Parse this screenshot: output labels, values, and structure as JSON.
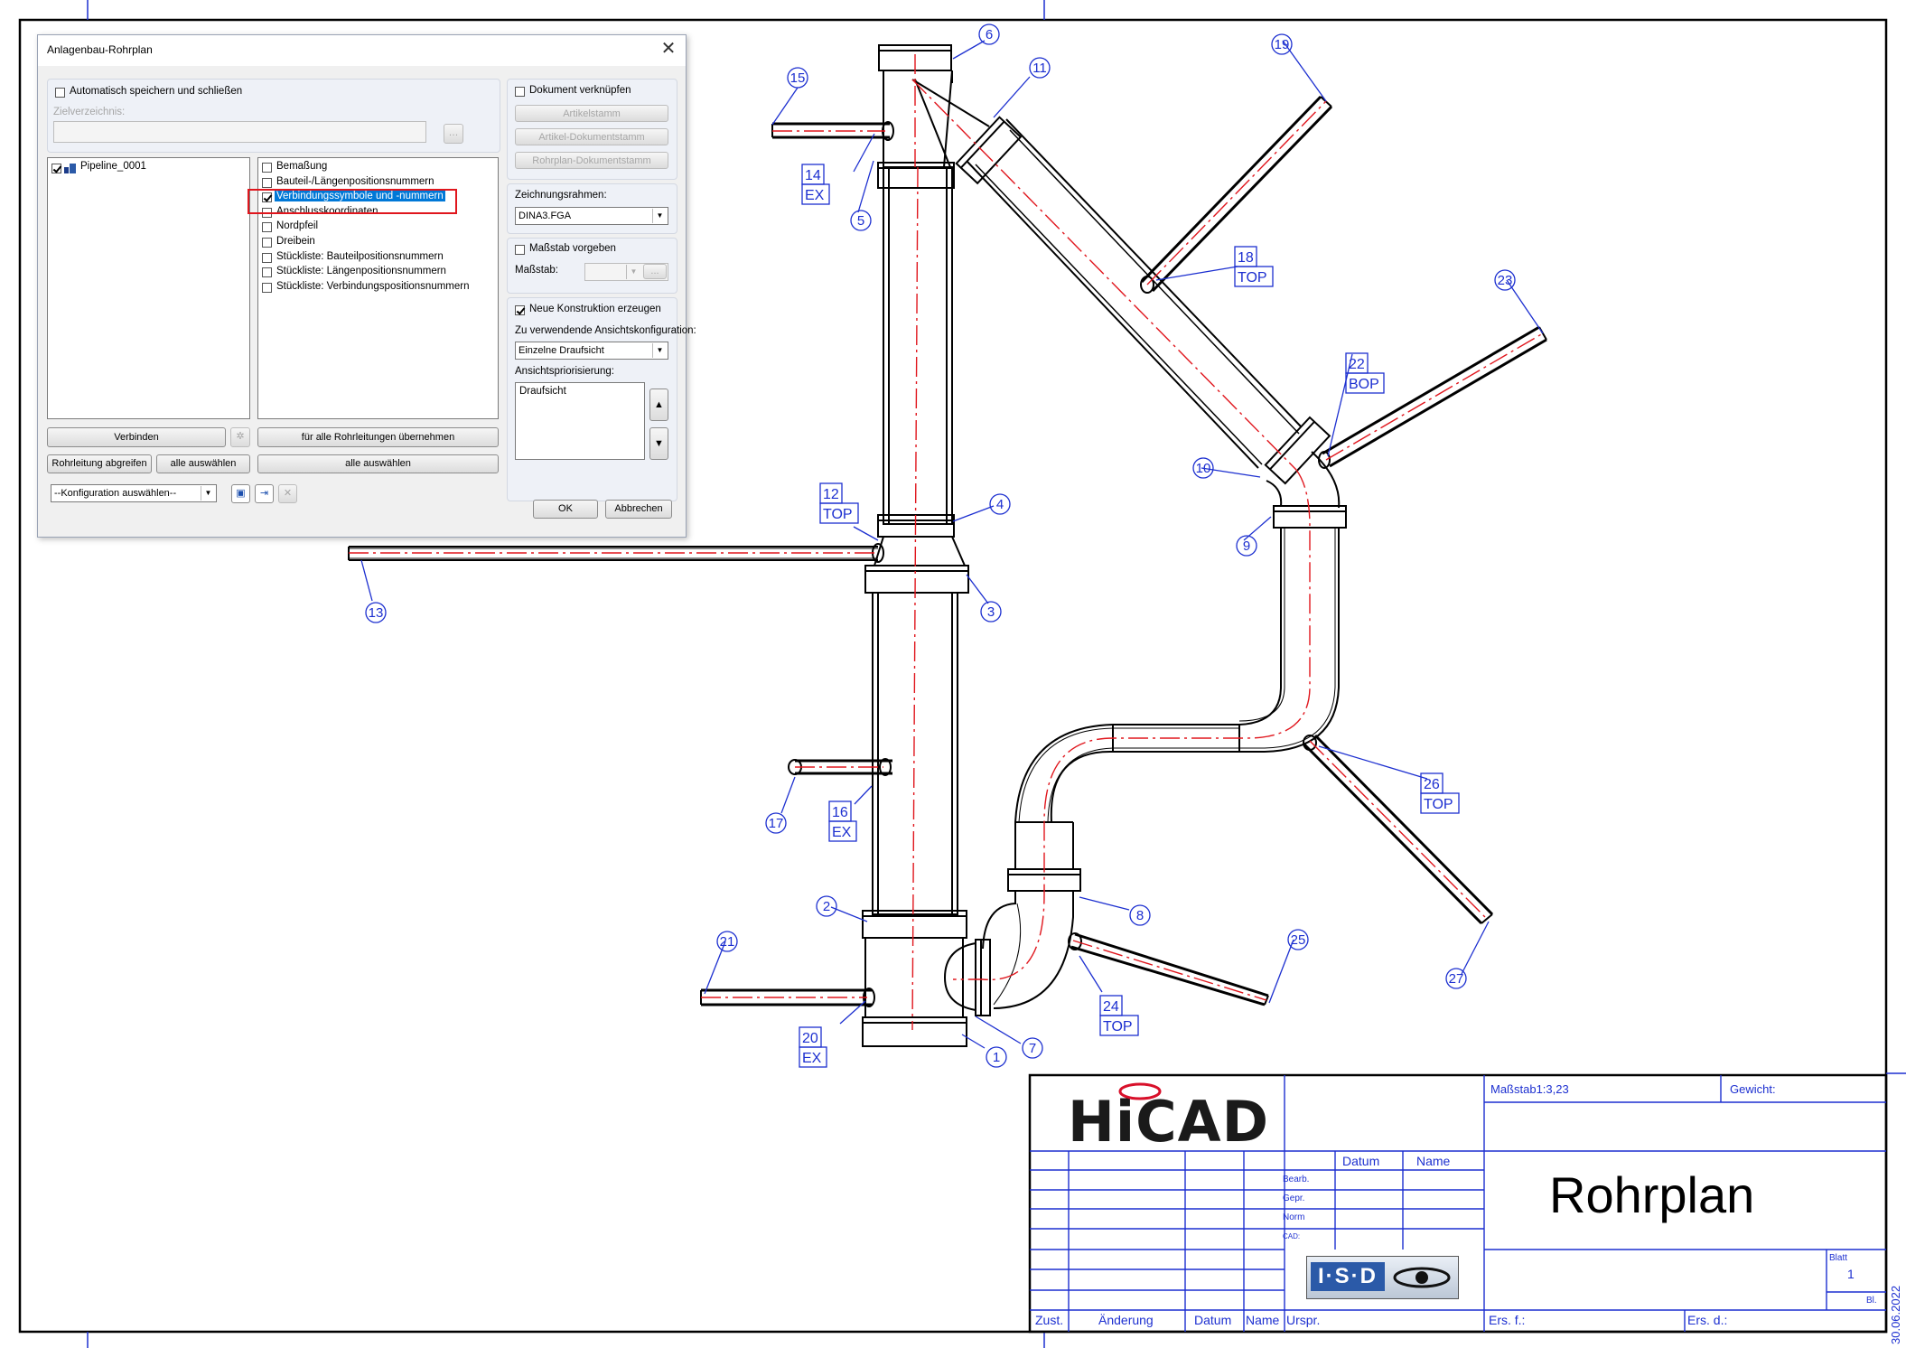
{
  "dialog": {
    "title": "Anlagenbau-Rohrplan",
    "auto_save_label": "Automatisch speichern und schließen",
    "auto_save_checked": false,
    "target_dir_label": "Zielverzeichnis:",
    "target_dir_value": "",
    "tree_item": "Pipeline_0001",
    "tree_item_checked": true,
    "options": [
      {
        "label": "Bemaßung",
        "checked": false
      },
      {
        "label": "Bauteil-/Längenpositionsnummern",
        "checked": false
      },
      {
        "label": "Verbindungssymbole und -nummern",
        "checked": true,
        "selected": true
      },
      {
        "label": "Anschlusskoordinaten",
        "checked": false
      },
      {
        "label": "Nordpfeil",
        "checked": false
      },
      {
        "label": "Dreibein",
        "checked": false
      },
      {
        "label": "Stückliste: Bauteilpositionsnummern",
        "checked": false
      },
      {
        "label": "Stückliste: Längenpositionsnummern",
        "checked": false
      },
      {
        "label": "Stückliste: Verbindungspositionsnummern",
        "checked": false
      }
    ],
    "connect_button": "Verbinden",
    "apply_all_button": "für alle Rohrleitungen übernehmen",
    "pick_pipe_button": "Rohrleitung abgreifen",
    "select_all_button_1": "alle auswählen",
    "select_all_button_2": "alle auswählen",
    "config_select": "--Konfiguration auswählen--",
    "link_doc_label": "Dokument verknüpfen",
    "link_doc_checked": false,
    "article_master_button": "Artikelstamm",
    "article_doc_master_button": "Artikel-Dokumentstamm",
    "pipeplan_doc_master_button": "Rohrplan-Dokumentstamm",
    "frame_label": "Zeichnungsrahmen:",
    "frame_value": "DINA3.FGA",
    "scale_label": "Maßstab vorgeben",
    "scale_checked": false,
    "scale_field_label": "Maßstab:",
    "scale_extra_button": "...",
    "new_construction_label": "Neue Konstruktion erzeugen",
    "new_construction_checked": true,
    "view_config_label": "Zu verwendende Ansichtskonfiguration:",
    "view_config_value": "Einzelne Draufsicht",
    "view_priority_label": "Ansichtspriorisierung:",
    "view_priority_items": [
      "Draufsicht"
    ],
    "ok_button": "OK",
    "cancel_button": "Abbrechen"
  },
  "drawing": {
    "balloons": [
      "1",
      "2",
      "3",
      "4",
      "5",
      "6",
      "7",
      "8",
      "9",
      "10",
      "11",
      "12",
      "13",
      "14",
      "15",
      "16",
      "17",
      "18",
      "19",
      "20",
      "21",
      "22",
      "23",
      "24",
      "25",
      "26",
      "27"
    ],
    "connection_tags": [
      {
        "num": "12",
        "type": "TOP"
      },
      {
        "num": "14",
        "type": "EX"
      },
      {
        "num": "16",
        "type": "EX"
      },
      {
        "num": "18",
        "type": "TOP"
      },
      {
        "num": "20",
        "type": "EX"
      },
      {
        "num": "22",
        "type": "BOP"
      },
      {
        "num": "24",
        "type": "TOP"
      },
      {
        "num": "26",
        "type": "TOP"
      }
    ],
    "colors": {
      "pipe": "#000000",
      "centerline": "#e0161d",
      "annotation": "#1c2fd0"
    }
  },
  "title_block": {
    "logo": "HiCAD",
    "scale": "Maßstab1:3,23",
    "weight": "Gewicht:",
    "date_header": "Datum",
    "name_header": "Name",
    "row_labels": [
      "Bearb.",
      "Gepr.",
      "Norm",
      "CAD:"
    ],
    "drawing_title": "Rohrplan",
    "sheet_label": "Blatt",
    "sheet_number": "1",
    "sheets_label": "Bl.",
    "isd_logo": "I·S·D",
    "footer": {
      "zust": "Zust.",
      "aenderung": "Änderung",
      "datum": "Datum",
      "name": "Name",
      "urspr": "Urspr.",
      "ers_f": "Ers. f.:",
      "ers_d": "Ers. d.:"
    },
    "print_date": "30.06.2022"
  }
}
